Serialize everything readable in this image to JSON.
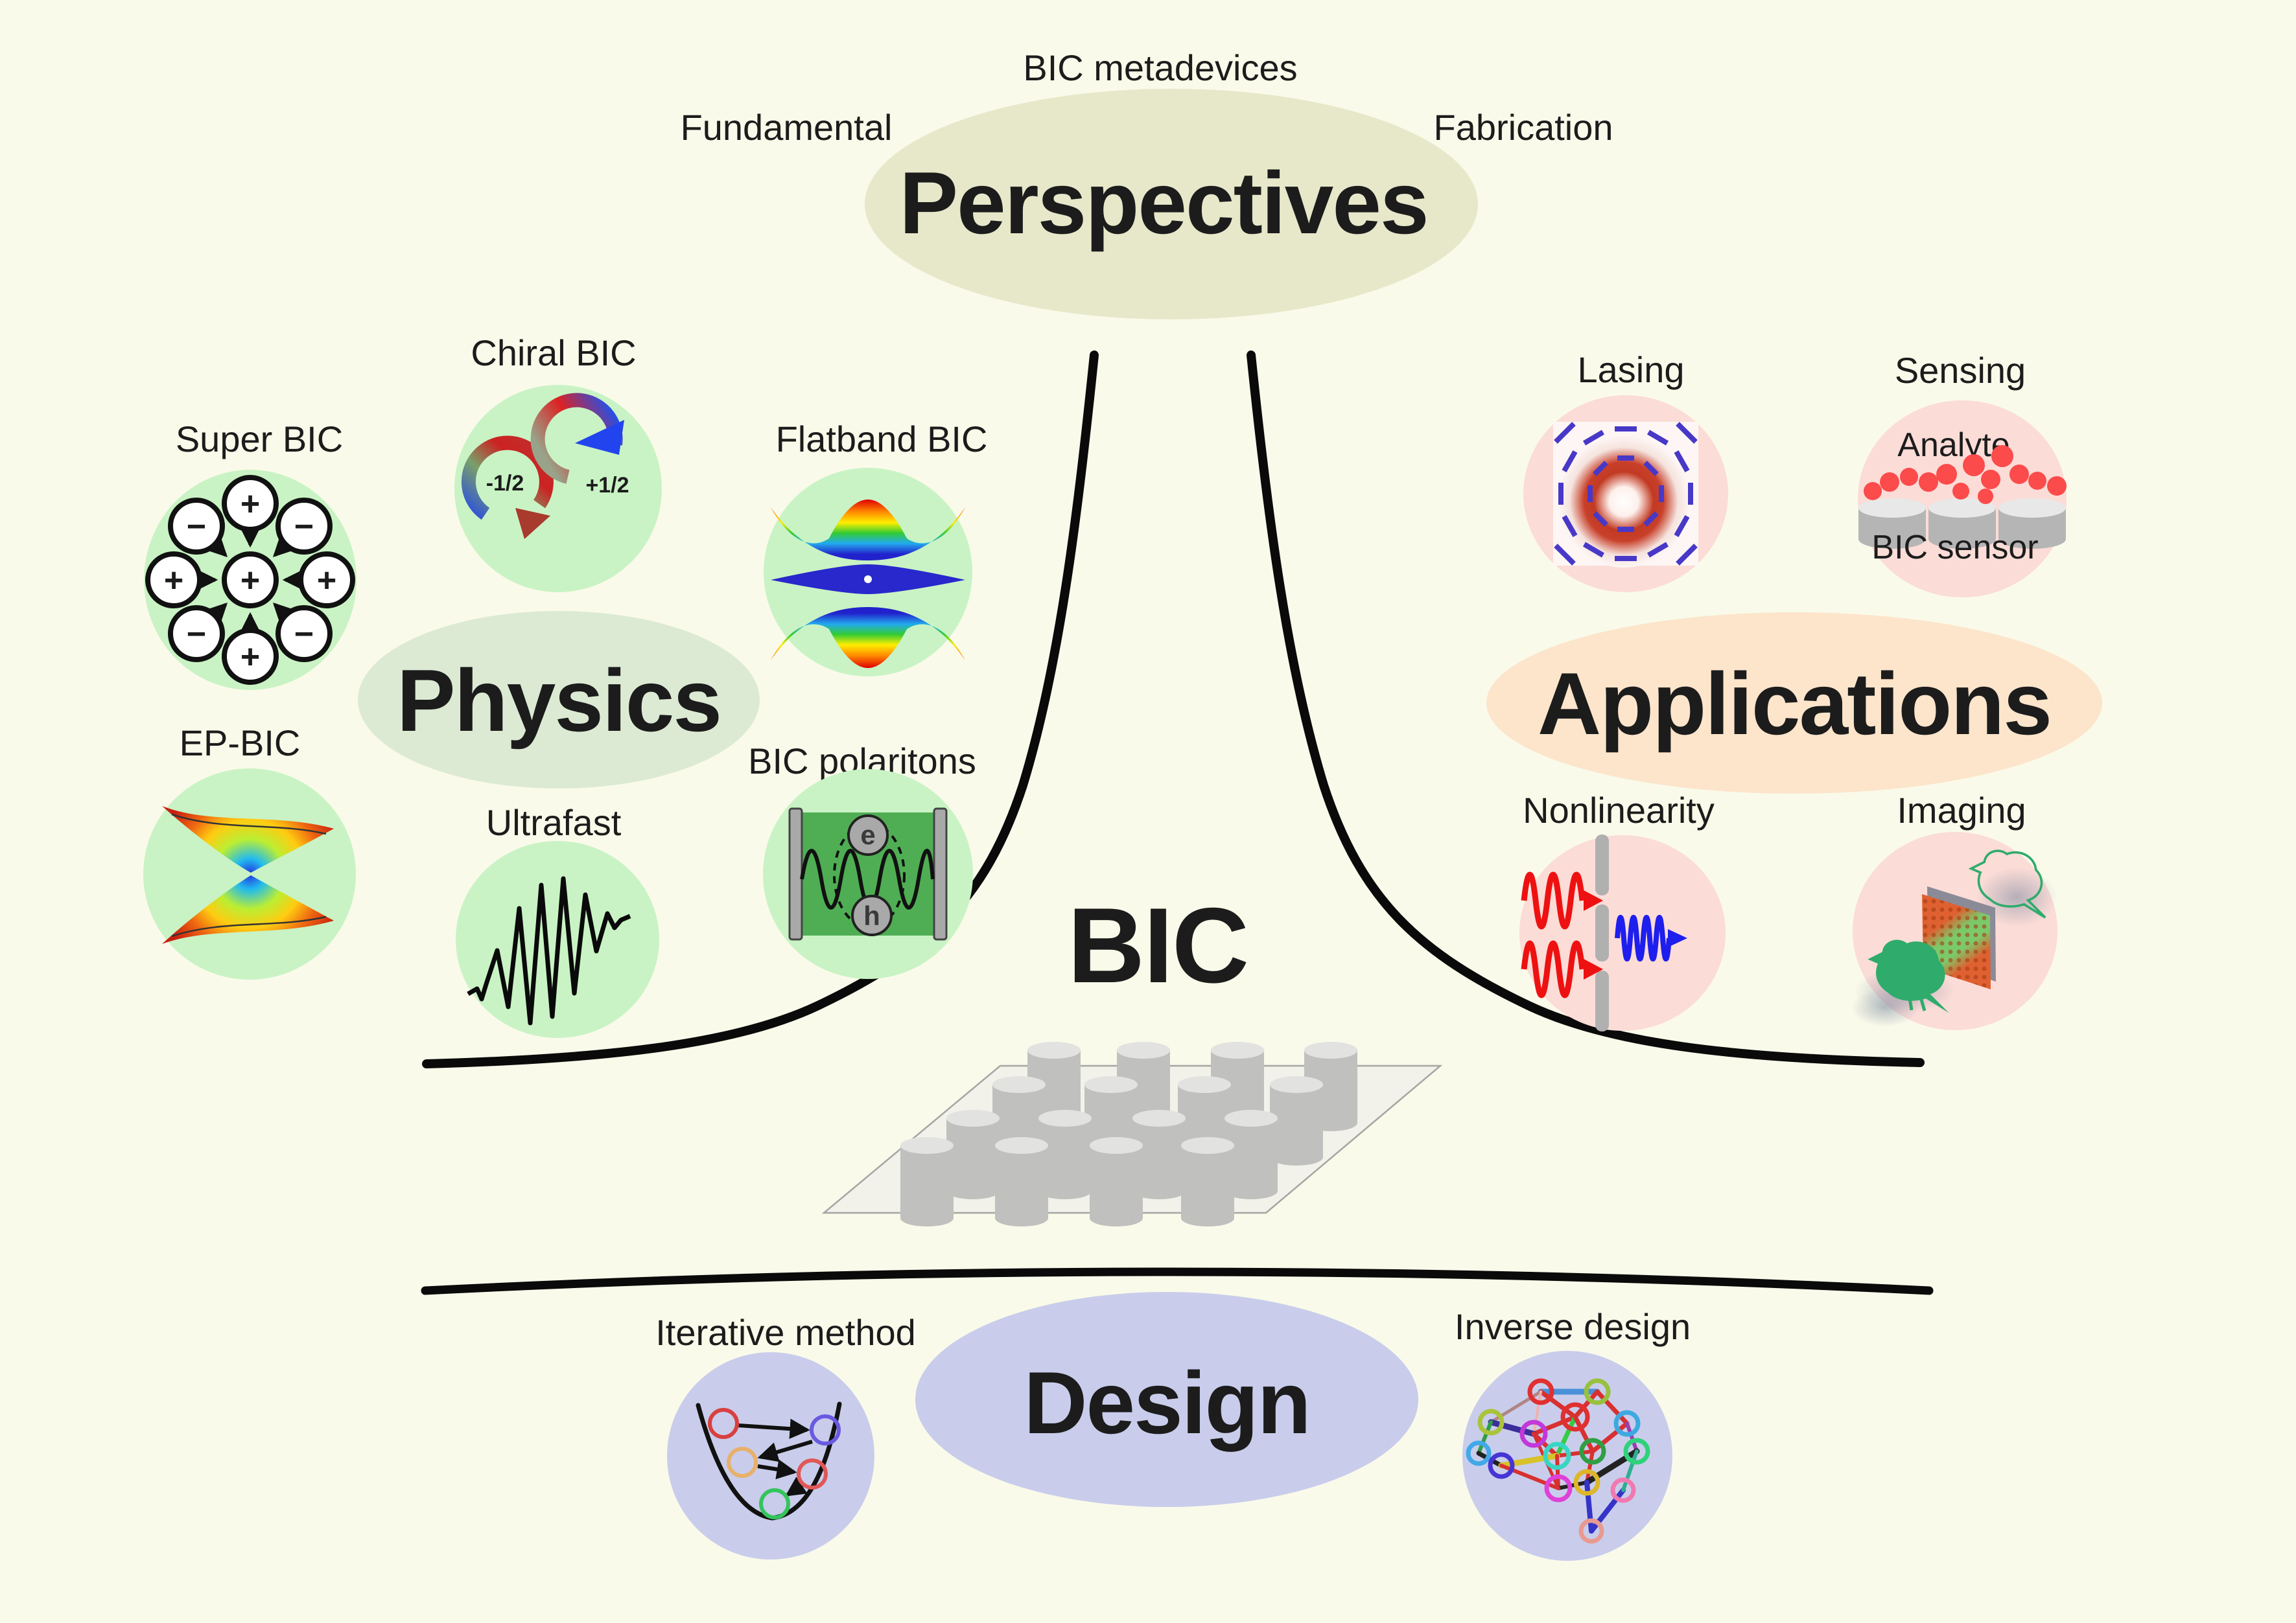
{
  "center": {
    "label": "BIC"
  },
  "perspectives": {
    "title": "Perspectives",
    "top_label": "BIC metadevices",
    "left_label": "Fundamental",
    "right_label": "Fabrication"
  },
  "physics": {
    "title": "Physics",
    "super_bic": "Super BIC",
    "chiral_bic": "Chiral BIC",
    "flatband_bic": "Flatband BIC",
    "ep_bic": "EP-BIC",
    "ultrafast": "Ultrafast",
    "bic_polaritons": "BIC polaritons"
  },
  "applications": {
    "title": "Applications",
    "lasing": "Lasing",
    "sensing": "Sensing",
    "nonlinearity": "Nonlinearity",
    "imaging": "Imaging",
    "analyte": "Analyte",
    "bic_sensor": "BIC sensor"
  },
  "design": {
    "title": "Design",
    "iterative": "Iterative method",
    "inverse": "Inverse design"
  },
  "glyphs": {
    "plus": "+",
    "minus": "−",
    "charge_left": "-1/2",
    "charge_right": "+1/2",
    "electron": "e",
    "hole": "h"
  },
  "colors": {
    "background": "#fafaea",
    "bic_red": "#ee1111",
    "olive_ellipse": "#e7e8ca",
    "sage_ellipse": "#dcead3",
    "peach_ellipse": "#fce5cb",
    "lavender_ellipse": "#c9cdeb",
    "green_icon": "#c9f3c4",
    "pink_icon": "#fbdcd7",
    "analyte_red": "#f04a4a",
    "sensor_gray": "#7d6e6e",
    "curve_black": "#0a0a0a"
  }
}
